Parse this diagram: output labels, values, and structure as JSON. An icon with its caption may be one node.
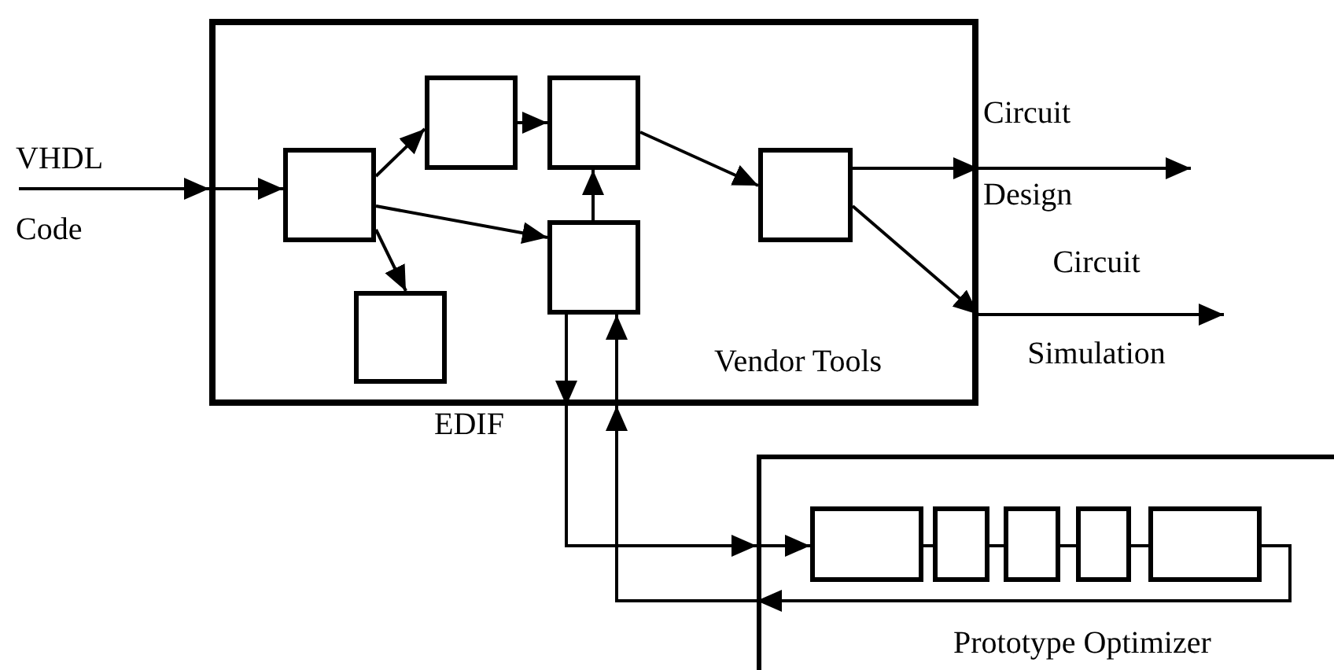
{
  "diagram": {
    "nodes": [
      {
        "text": [
          "Vendor Tools"
        ]
      },
      {
        "text": [],
        "shape": "box",
        "in": 0
      },
      {
        "text": [],
        "shape": "box",
        "in": 0
      },
      {
        "text": [],
        "shape": "box",
        "in": 0
      },
      {
        "text": [],
        "shape": "box",
        "in": 0
      },
      {
        "text": [],
        "shape": "box",
        "in": 0
      },
      {
        "text": [],
        "shape": "box",
        "in": 0
      },
      {
        "text": [
          "Prototype Optimizer"
        ]
      },
      {
        "text": [],
        "shape": "box",
        "in": 7
      },
      {
        "text": [],
        "shape": "box",
        "in": 7
      },
      {
        "text": [],
        "shape": "box",
        "in": 7
      },
      {
        "text": [],
        "shape": "box",
        "in": 7
      },
      {
        "text": [],
        "shape": "box",
        "in": 7
      }
    ],
    "edges": [
      {
        "from": null,
        "to": 0,
        "arrow": "to",
        "label": "VHDL Code"
      },
      {
        "from": 0,
        "to": 1,
        "arrow": "to"
      },
      {
        "from": 1,
        "to": 2,
        "arrow": "to"
      },
      {
        "from": 1,
        "to": 4,
        "arrow": "to"
      },
      {
        "from": 1,
        "to": 5,
        "arrow": "to"
      },
      {
        "from": 2,
        "to": 3,
        "arrow": "to"
      },
      {
        "from": 4,
        "to": 3,
        "arrow": "to"
      },
      {
        "from": 3,
        "to": 6,
        "arrow": "to"
      },
      {
        "from": 6,
        "to": 0,
        "arrow": "to"
      },
      {
        "from": 0,
        "to": null,
        "arrow": "to",
        "label": "Circuit Design"
      },
      {
        "from": 6,
        "to": 0,
        "arrow": "to"
      },
      {
        "from": 0,
        "to": null,
        "arrow": "to",
        "label": "Circuit Simulation"
      },
      {
        "from": 4,
        "to": 0,
        "arrow": "to"
      },
      {
        "from": 0,
        "to": 7,
        "arrow": "to",
        "label": "EDIF"
      },
      {
        "from": 7,
        "to": 8,
        "arrow": "to"
      },
      {
        "from": 8,
        "to": 9,
        "arrow": "none"
      },
      {
        "from": 9,
        "to": 10,
        "arrow": "none"
      },
      {
        "from": 10,
        "to": 11,
        "arrow": "none"
      },
      {
        "from": 11,
        "to": 12,
        "arrow": "none"
      },
      {
        "from": 12,
        "to": 7,
        "arrow": "to"
      },
      {
        "from": 7,
        "to": 0,
        "arrow": "to"
      },
      {
        "from": 0,
        "to": 4,
        "arrow": "to"
      }
    ]
  }
}
